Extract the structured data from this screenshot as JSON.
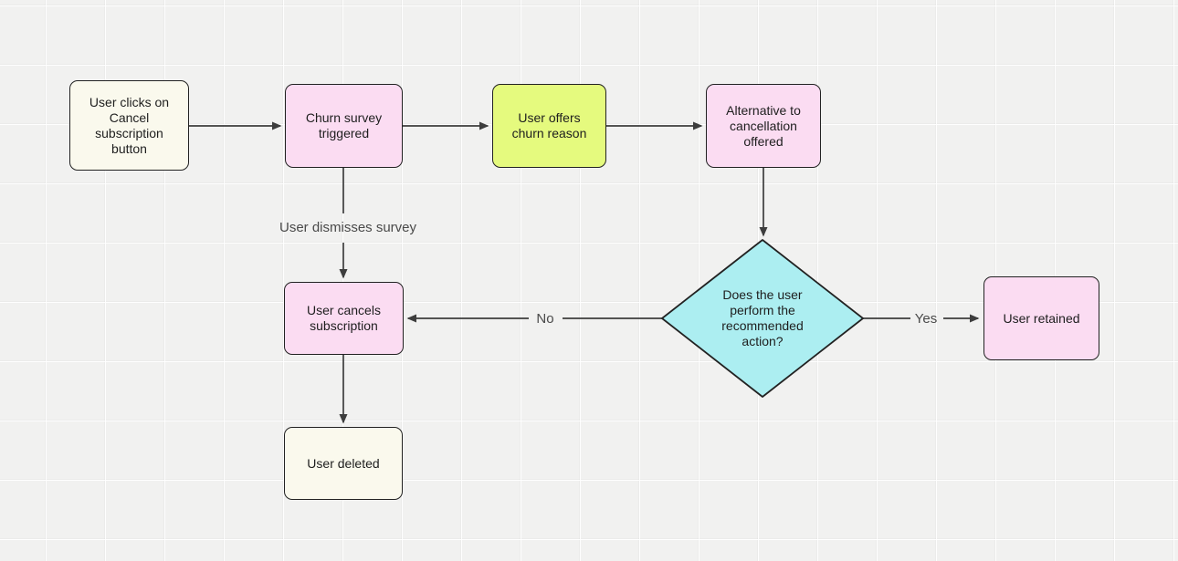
{
  "canvas": {
    "background": "#f1f1f0",
    "grid_line": "#ffffff"
  },
  "colors": {
    "canvas_bg": "#f1f1f0",
    "node_border": "#222222",
    "connector": "#3d3d3d",
    "node_text": "#1e1e1e",
    "edge_label_text": "#4a4a4a",
    "cream": "#faf9ed",
    "pink": "#fbdcf2",
    "green": "#e5fa7e",
    "cyan": "#aceef1"
  },
  "nodes": {
    "cancel_click": {
      "label": "User clicks on Cancel subscription button",
      "fill": "#faf9ed",
      "shape": "rect"
    },
    "churn_survey": {
      "label": "Churn survey triggered",
      "fill": "#fbdcf2",
      "shape": "rect"
    },
    "churn_reason": {
      "label": "User offers churn reason",
      "fill": "#e5fa7e",
      "shape": "rect"
    },
    "alternative": {
      "label": "Alternative to cancellation offered",
      "fill": "#fbdcf2",
      "shape": "rect"
    },
    "decision": {
      "label": "Does the user perform the recommended action?",
      "fill": "#aceef1",
      "shape": "diamond"
    },
    "retained": {
      "label": "User retained",
      "fill": "#fbdcf2",
      "shape": "rect"
    },
    "cancels": {
      "label": "User cancels subscription",
      "fill": "#fbdcf2",
      "shape": "rect"
    },
    "deleted": {
      "label": "User deleted",
      "fill": "#faf9ed",
      "shape": "rect"
    }
  },
  "edges": {
    "dismiss_label": "User dismisses survey",
    "no_label": "No",
    "yes_label": "Yes"
  }
}
